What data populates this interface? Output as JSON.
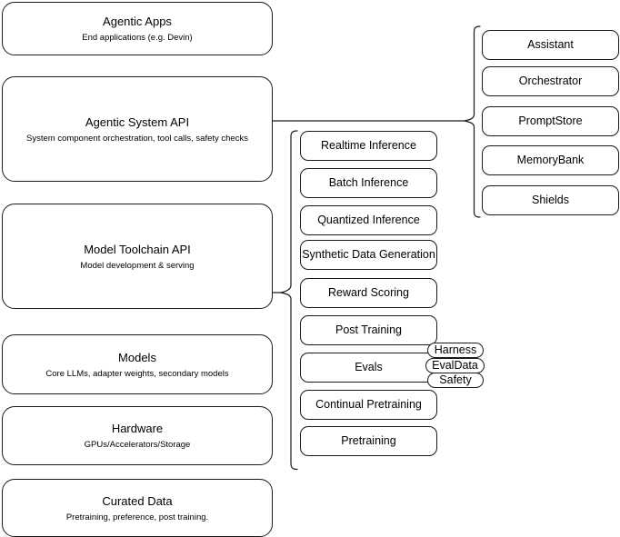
{
  "diagram": {
    "title_implicit": "Agentic stack layers",
    "stroke_color": "#1a1a1a",
    "background_color": "#ffffff",
    "left_stack": [
      {
        "id": "agentic-apps",
        "title": "Agentic Apps",
        "subtitle": "End applications (e.g. Devin)"
      },
      {
        "id": "agentic-system-api",
        "title": "Agentic System API",
        "subtitle": "System component orchestration, tool calls, safety checks"
      },
      {
        "id": "model-toolchain-api",
        "title": "Model Toolchain API",
        "subtitle": "Model development & serving"
      },
      {
        "id": "models",
        "title": "Models",
        "subtitle": "Core LLMs, adapter weights, secondary models"
      },
      {
        "id": "hardware",
        "title": "Hardware",
        "subtitle": "GPUs/Accelerators/Storage"
      },
      {
        "id": "curated-data",
        "title": "Curated Data",
        "subtitle": "Pretraining, preference, post training."
      }
    ],
    "middle_stack": [
      {
        "id": "realtime-inference",
        "title": "Realtime Inference"
      },
      {
        "id": "batch-inference",
        "title": "Batch Inference"
      },
      {
        "id": "quantized-inference",
        "title": "Quantized Inference"
      },
      {
        "id": "synthetic-data-generation",
        "title": "Synthetic Data Generation"
      },
      {
        "id": "reward-scoring",
        "title": "Reward Scoring"
      },
      {
        "id": "post-training",
        "title": "Post Training"
      },
      {
        "id": "evals",
        "title": "Evals"
      },
      {
        "id": "continual-pretraining",
        "title": "Continual Pretraining"
      },
      {
        "id": "pretraining",
        "title": "Pretraining"
      }
    ],
    "right_stack": [
      {
        "id": "assistant",
        "title": "Assistant"
      },
      {
        "id": "orchestrator",
        "title": "Orchestrator"
      },
      {
        "id": "promptstore",
        "title": "PromptStore"
      },
      {
        "id": "memorybank",
        "title": "MemoryBank"
      },
      {
        "id": "shields",
        "title": "Shields"
      }
    ],
    "evals_pills": [
      {
        "id": "harness",
        "label": "Harness"
      },
      {
        "id": "evaldata",
        "label": "EvalData"
      },
      {
        "id": "safety",
        "label": "Safety"
      }
    ]
  }
}
